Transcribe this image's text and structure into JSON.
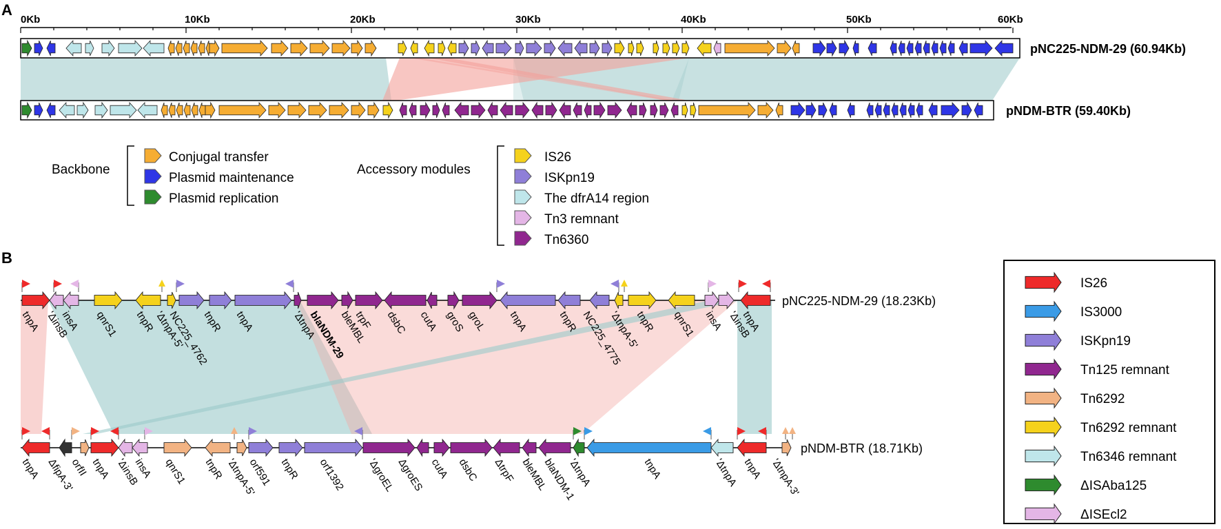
{
  "panel_a": {
    "panel_label": "A",
    "scale_ticks": [
      "0Kb",
      "10Kb",
      "20Kb",
      "30Kb",
      "40Kb",
      "50Kb",
      "60Kb"
    ],
    "track1_name": "pNC225-NDM-29 (60.94Kb)",
    "track2_name": "pNDM-BTR (59.40Kb)",
    "backbone_title": "Backbone",
    "backbone_items": [
      {
        "label": "Conjugal transfer",
        "color": "#f6ad33"
      },
      {
        "label": "Plasmid maintenance",
        "color": "#2f36e6"
      },
      {
        "label": "Plasmid replication",
        "color": "#2e8b2e"
      }
    ],
    "accessory_title": "Accessory modules",
    "accessory_items": [
      {
        "label": "IS26",
        "color": "#f5d21c"
      },
      {
        "label": "ISKpn19",
        "color": "#8f7fd8"
      },
      {
        "label": "The dfrA14 region",
        "color": "#bfe6ea"
      },
      {
        "label": "Tn3 remnant",
        "color": "#e4b6e6"
      },
      {
        "label": "Tn6360",
        "color": "#90278f"
      }
    ]
  },
  "panel_b": {
    "panel_label": "B",
    "track1_name": "pNC225-NDM-29 (18.23Kb)",
    "track2_name": "pNDM-BTR (18.71Kb)",
    "track1_genes": [
      "tnpA",
      "'ΔinsB",
      "insA",
      "qnrS1",
      "tnpR",
      "'ΔtnpA-5'",
      "NC225_4762",
      "tnpR",
      "tnpA",
      "'ΔtnpA",
      "blaNDM-29",
      "bleMBL",
      "trpF",
      "dsbC",
      "cutA",
      "groS",
      "groL",
      "tnpA",
      "tnpR",
      "NC225_4775",
      "'ΔtnpA-5'",
      "tnpR",
      "qnrS1",
      "insA",
      "'ΔinsB",
      "tnpA"
    ],
    "track2_genes": [
      "tnpA",
      "ΔfipA-3'",
      "orfII",
      "tnpA",
      "'ΔinsB",
      "insA",
      "qnrS1",
      "tnpR",
      "'ΔtnpA-5'",
      "orf591",
      "tnpR",
      "orf1392",
      "'ΔgroEL",
      "ΔgroES",
      "cutA",
      "dsbC",
      "ΔtrpF",
      "bleMBL",
      "blaNDM-1",
      "'ΔtnpA",
      "tnpA",
      "'ΔtnpA",
      "tnpA",
      "'ΔtnpA-3'"
    ],
    "legend_items": [
      {
        "label": "IS26",
        "color": "#ee2a2a"
      },
      {
        "label": "IS3000",
        "color": "#3a9be6"
      },
      {
        "label": "ISKpn19",
        "color": "#8f7fd8"
      },
      {
        "label": "Tn125 remnant",
        "color": "#90278f"
      },
      {
        "label": "Tn6292",
        "color": "#f2b383"
      },
      {
        "label": "Tn6292 remnant",
        "color": "#f5d21c"
      },
      {
        "label": "Tn6346 remnant",
        "color": "#bfe6ea"
      },
      {
        "label": "ΔISAba125",
        "color": "#2e8b2e"
      },
      {
        "label": "ΔISEcl2",
        "color": "#e4b6e6"
      }
    ]
  }
}
